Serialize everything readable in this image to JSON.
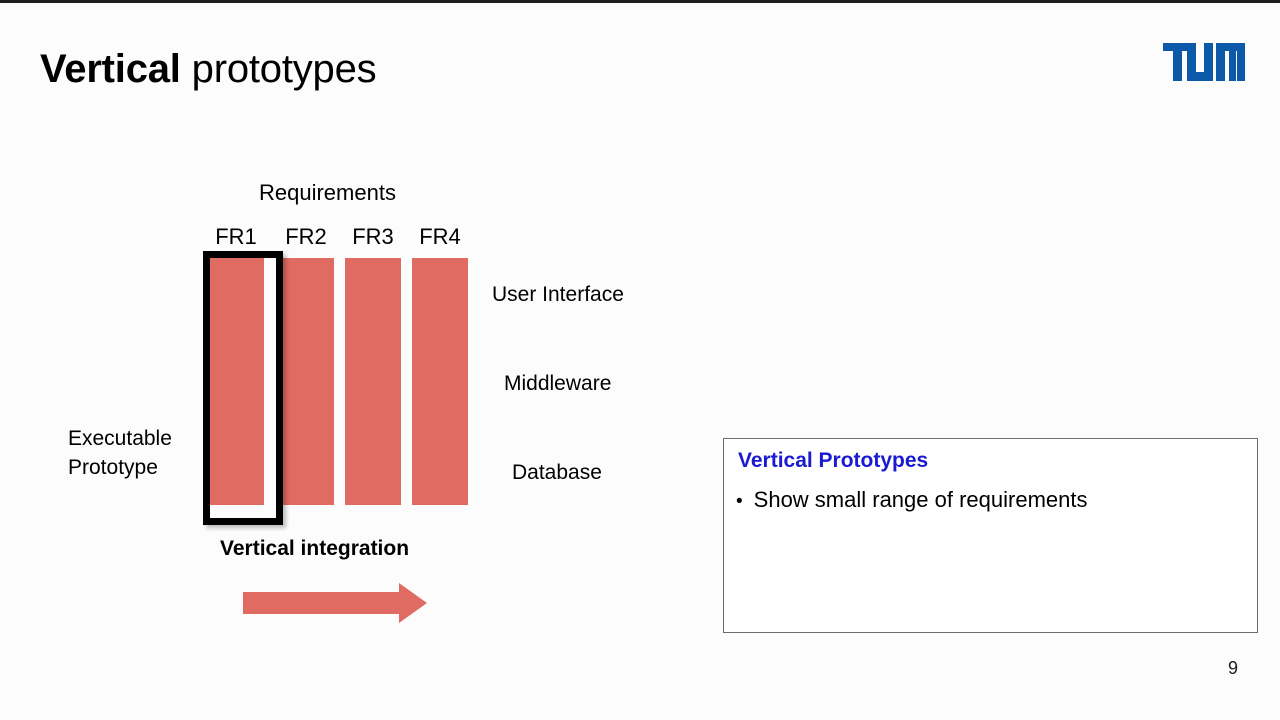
{
  "slide": {
    "title_bold": "Vertical",
    "title_rest": " prototypes",
    "page_number": "9",
    "logo_name": "TUM",
    "background_color": "#fcfcfc"
  },
  "diagram": {
    "requirements_label": "Requirements",
    "requirement_columns": [
      {
        "label": "FR1",
        "highlighted": true
      },
      {
        "label": "FR2",
        "highlighted": false
      },
      {
        "label": "FR3",
        "highlighted": false
      },
      {
        "label": "FR4",
        "highlighted": false
      }
    ],
    "layers": [
      {
        "label": "User Interface"
      },
      {
        "label": "Middleware"
      },
      {
        "label": "Database"
      }
    ],
    "left_label_line1": "Executable",
    "left_label_line2": "Prototype",
    "caption": "Vertical integration",
    "bar_color": "#e06b62",
    "arrow_color": "#e06b62",
    "highlight_color": "#000000"
  },
  "info_box": {
    "title": "Vertical Prototypes",
    "title_color": "#1a1ad2",
    "bullet_marker": "•",
    "bullets": [
      "Show small range of requirements"
    ]
  }
}
